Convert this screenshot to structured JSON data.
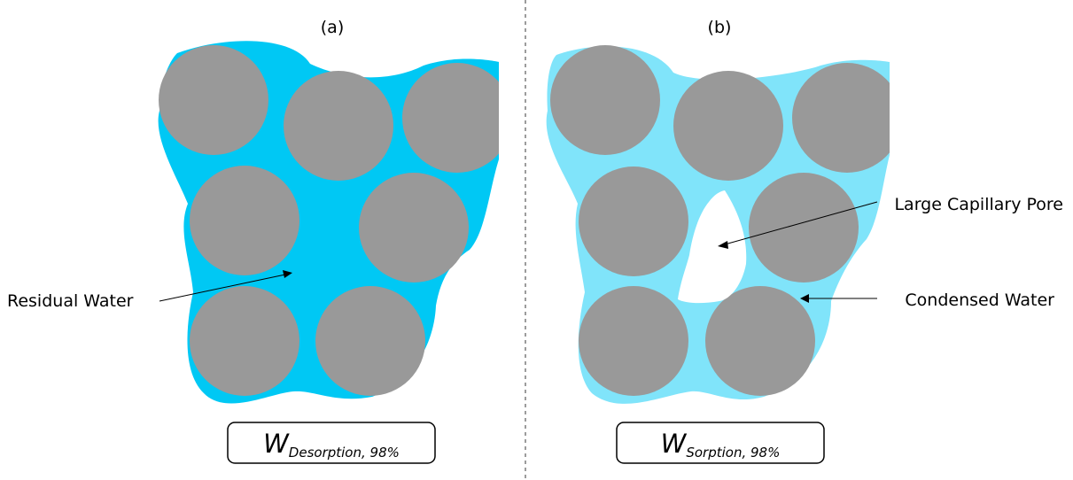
{
  "panels": {
    "a": {
      "label": "(a)",
      "annotation": "Residual Water",
      "formula_main": "W",
      "formula_sub": "Desorption, 98%",
      "water_color": "#00c8f4"
    },
    "b": {
      "label": "(b)",
      "annotations": {
        "pore": "Large Capillary Pore",
        "water": "Condensed Water"
      },
      "formula_main": "W",
      "formula_sub": "Sorption, 98%",
      "water_color": "#80e4fa"
    }
  },
  "colors": {
    "particle": "#999999",
    "pore": "#ffffff",
    "divider": "#666666"
  }
}
